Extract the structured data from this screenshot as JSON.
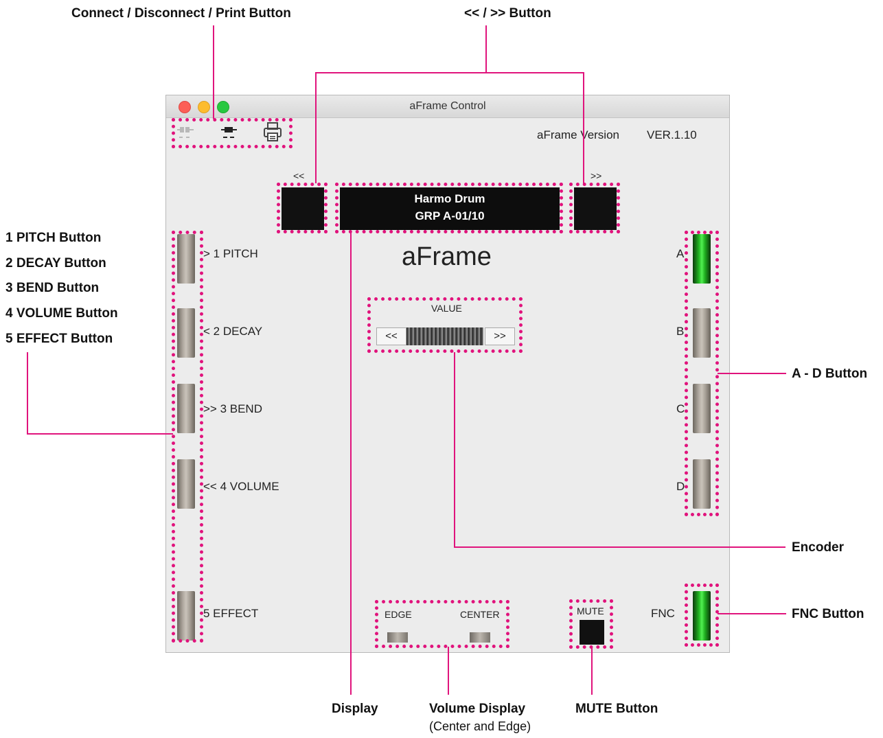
{
  "callouts": {
    "connect_print": "Connect / Disconnect / Print Button",
    "prev_next": "<< / >> Button",
    "pitch": "1 PITCH Button",
    "decay": "2 DECAY Button",
    "bend": "3 BEND Button",
    "volume": "4 VOLUME Button",
    "effect": "5 EFFECT Button",
    "a_d": "A - D Button",
    "encoder": "Encoder",
    "fnc": "FNC Button",
    "display": "Display",
    "volume_display": "Volume Display",
    "volume_display_sub": "(Center and Edge)",
    "mute": "MUTE Button"
  },
  "window": {
    "title": "aFrame Control",
    "version_label": "aFrame Version",
    "version_value": "VER.1.10",
    "prev_label": "<<",
    "next_label": ">>",
    "display_line1": "Harmo Drum",
    "display_line2": "GRP A-01/10",
    "app_name": "aFrame",
    "value_label": "VALUE",
    "encoder_left": "<<",
    "encoder_right": ">>",
    "left_buttons": [
      "> 1 PITCH",
      "< 2 DECAY",
      ">> 3 BEND",
      "<< 4 VOLUME",
      "5 EFFECT"
    ],
    "right_buttons": [
      "A",
      "B",
      "C",
      "D"
    ],
    "edge_label": "EDGE",
    "center_label": "CENTER",
    "mute_label": "MUTE",
    "fnc_label": "FNC"
  },
  "colors": {
    "callout_line": "#e0137c",
    "led_green": "#2bd12b",
    "window_bg": "#ececec"
  },
  "icons": [
    "disconnect-icon",
    "connect-icon",
    "printer-icon"
  ]
}
